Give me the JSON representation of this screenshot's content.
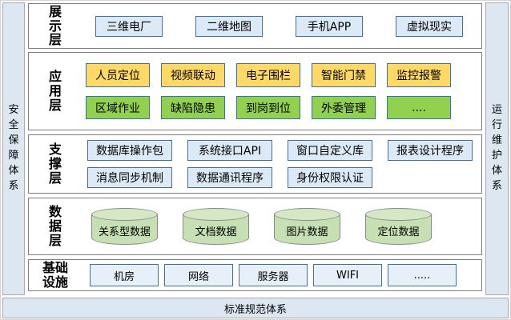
{
  "diagram": {
    "left_bar": "安全保障体系",
    "right_bar": "运行维护体系",
    "bottom_bar": "标准规范体系"
  },
  "layers": [
    {
      "label": "展示层",
      "rows": [
        [
          "三维电厂",
          "二维地图",
          "手机APP",
          "虚拟现实"
        ]
      ]
    },
    {
      "label": "应用层",
      "rows": [
        [
          "人员定位",
          "视频联动",
          "电子围栏",
          "智能门禁",
          "监控报警"
        ],
        [
          "区域作业",
          "缺陷隐患",
          "到岗到位",
          "外委管理",
          "...."
        ]
      ]
    },
    {
      "label": "支撑层",
      "rows": [
        [
          "数据库操作包",
          "系统接口API",
          "窗口自定义库",
          "报表设计程序"
        ],
        [
          "消息同步机制",
          "数据通讯程序",
          "身份权限认证"
        ]
      ]
    },
    {
      "label": "数据层",
      "rows": [
        [
          "关系型数据",
          "文档数据",
          "图片数据",
          "定位数据"
        ]
      ]
    },
    {
      "label": "基础设施",
      "rows": [
        [
          "机房",
          "网络",
          "服务器",
          "WIFI",
          "....."
        ]
      ]
    }
  ],
  "colors": {
    "presentation_box_fill": "#dce9f6",
    "application_box_yellow": "#ffd966",
    "application_box_green": "#92d050",
    "box_border_blue": "#2e75b6",
    "cylinder_fill": "#c6e0b4",
    "side_bar_fill": "#dde7f2",
    "layer_border_gray": "#7f7f7f"
  }
}
